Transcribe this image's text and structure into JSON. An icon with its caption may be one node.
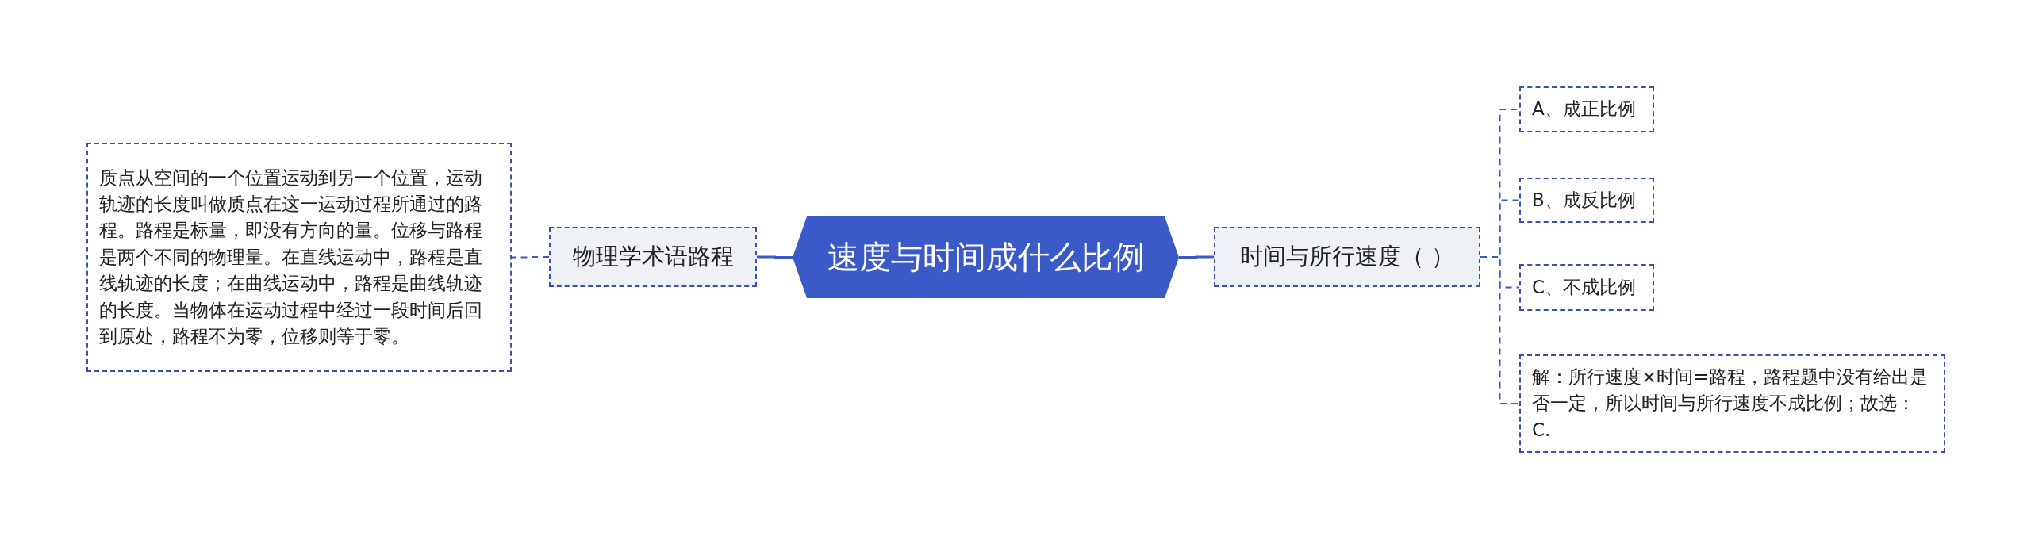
{
  "diagram": {
    "nodes": [
      {
        "text": [
          "质点从空间的一个位置运动到另一个位置，运动轨迹的长度叫做质点在这一运动过程所通过的路程。路程是标量，即没有方向的量。位移与路程是两个不同的物理量。在直线运动中，路程是直线轨迹的长度；在曲线运动中，路程是曲线轨迹的长度。当物体在运动过程中经过一段时间后回到原处，路程不为零，位移则等于零。"
        ]
      },
      {
        "text": [
          "物理学术语路程"
        ]
      },
      {
        "text": [
          "速度与时间成什么比例"
        ]
      },
      {
        "text": [
          "时间与所行速度（ ）"
        ]
      },
      {
        "text": [
          "A、成正比例"
        ]
      },
      {
        "text": [
          "B、成反比例"
        ]
      },
      {
        "text": [
          "C、不成比例"
        ]
      },
      {
        "text": [
          "解：所行速度×时间=路程，路程题中没有给出是否一定，所以时间与所行速度不成比例；故选：C."
        ]
      }
    ],
    "edges": [
      {
        "from": 2,
        "to": 1,
        "arrow": "none"
      },
      {
        "from": 1,
        "to": 0,
        "arrow": "none",
        "style": "dashed"
      },
      {
        "from": 2,
        "to": 3,
        "arrow": "none"
      },
      {
        "from": 3,
        "to": 4,
        "arrow": "none",
        "style": "dashed"
      },
      {
        "from": 3,
        "to": 5,
        "arrow": "none",
        "style": "dashed"
      },
      {
        "from": 3,
        "to": 6,
        "arrow": "none",
        "style": "dashed"
      },
      {
        "from": 3,
        "to": 7,
        "arrow": "none",
        "style": "dashed"
      }
    ]
  }
}
